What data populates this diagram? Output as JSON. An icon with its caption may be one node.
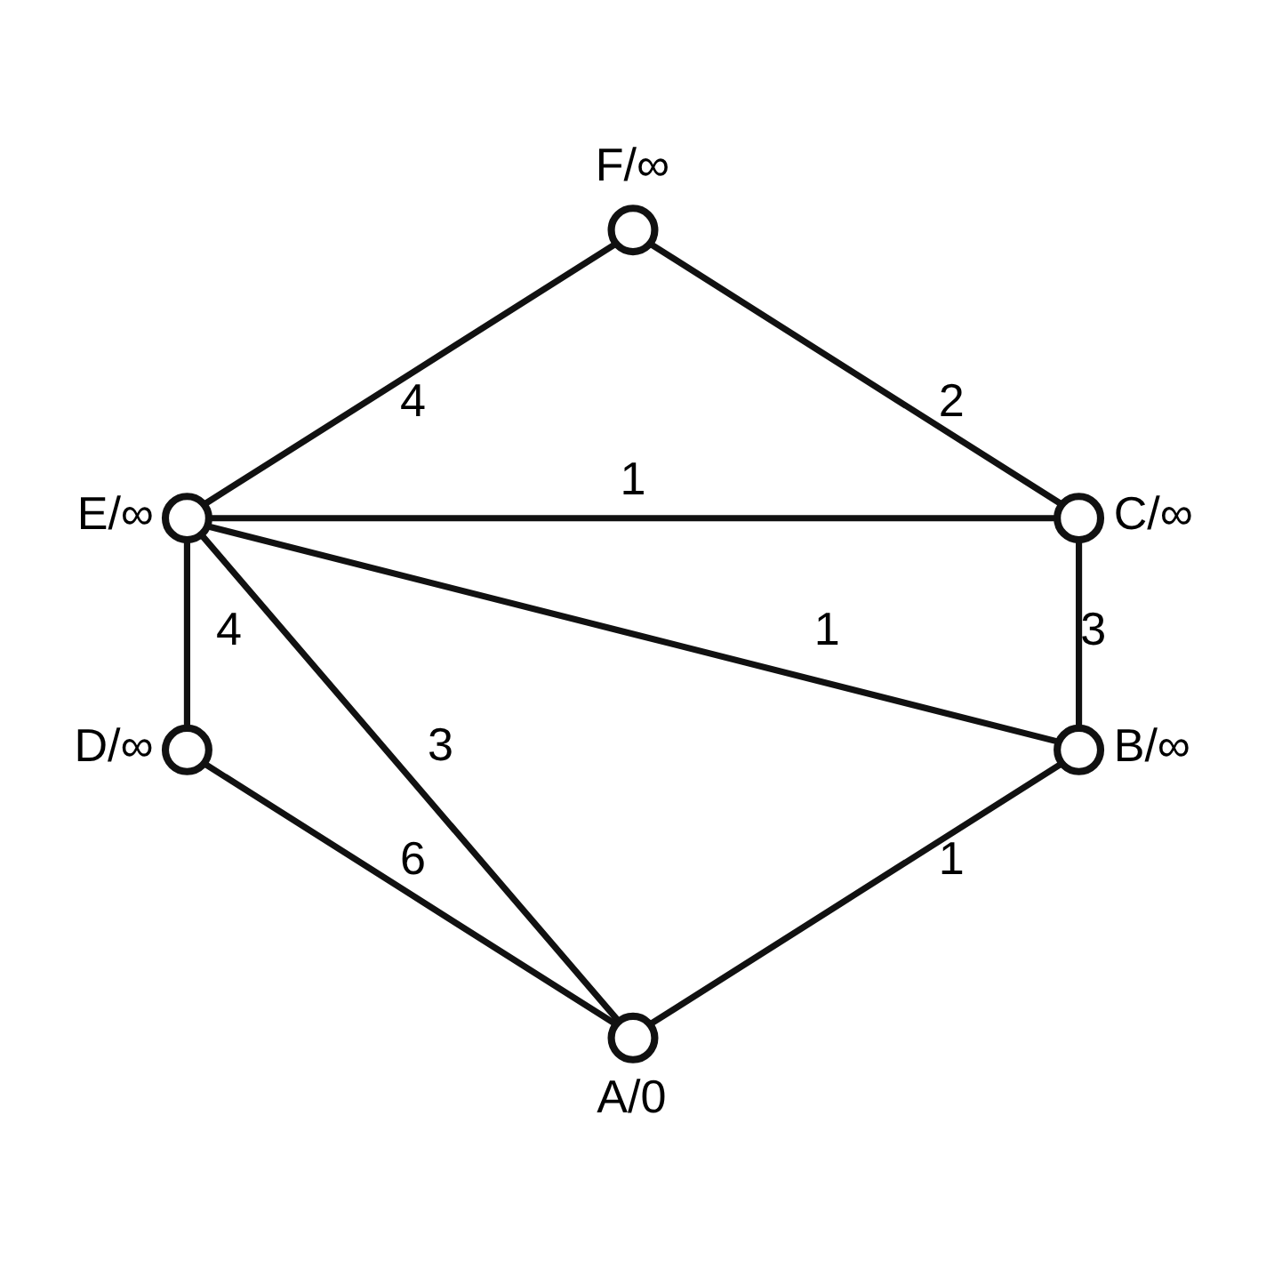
{
  "diagram": {
    "nodes": [
      {
        "text": [],
        "shape": "circle",
        "beside": [
          "F/∞"
        ]
      },
      {
        "text": [],
        "shape": "circle",
        "beside": [
          "E/∞"
        ]
      },
      {
        "text": [],
        "shape": "circle",
        "beside": [
          "C/∞"
        ]
      },
      {
        "text": [],
        "shape": "circle",
        "beside": [
          "D/∞"
        ]
      },
      {
        "text": [],
        "shape": "circle",
        "beside": [
          "B/∞"
        ]
      },
      {
        "text": [],
        "shape": "circle",
        "beside": [
          "A/0"
        ]
      }
    ],
    "edges": [
      {
        "from": 0,
        "to": 1,
        "arrow": "none",
        "label": "4"
      },
      {
        "from": 0,
        "to": 2,
        "arrow": "none",
        "label": "2"
      },
      {
        "from": 1,
        "to": 2,
        "arrow": "none",
        "label": "1"
      },
      {
        "from": 1,
        "to": 3,
        "arrow": "none",
        "label": "4"
      },
      {
        "from": 1,
        "to": 5,
        "arrow": "none",
        "label": "3"
      },
      {
        "from": 1,
        "to": 4,
        "arrow": "none",
        "label": "1"
      },
      {
        "from": 2,
        "to": 4,
        "arrow": "none",
        "label": "3"
      },
      {
        "from": 3,
        "to": 5,
        "arrow": "none",
        "label": "6"
      },
      {
        "from": 4,
        "to": 5,
        "arrow": "none",
        "label": "1"
      }
    ]
  }
}
